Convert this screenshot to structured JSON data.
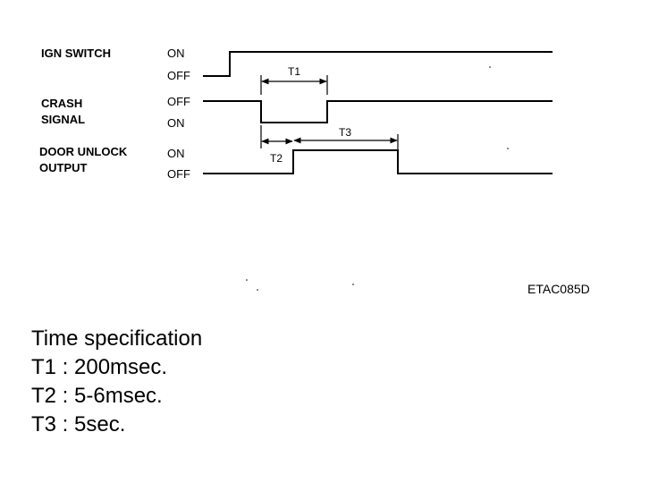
{
  "signals": {
    "ign": {
      "name": "IGN SWITCH",
      "high": "ON",
      "low": "OFF"
    },
    "crash": {
      "name_1": "CRASH",
      "name_2": "SIGNAL",
      "high": "OFF",
      "low": "ON"
    },
    "door": {
      "name_1": "DOOR UNLOCK",
      "name_2": "OUTPUT",
      "high": "ON",
      "low": "OFF"
    }
  },
  "timing_labels": {
    "t1": "T1",
    "t2": "T2",
    "t3": "T3"
  },
  "figure_code": "ETAC085D",
  "spec": {
    "title": "Time specification",
    "t1": "T1 :  200msec.",
    "t2": "T2 :  5-6msec.",
    "t3": "T3 :  5sec."
  }
}
